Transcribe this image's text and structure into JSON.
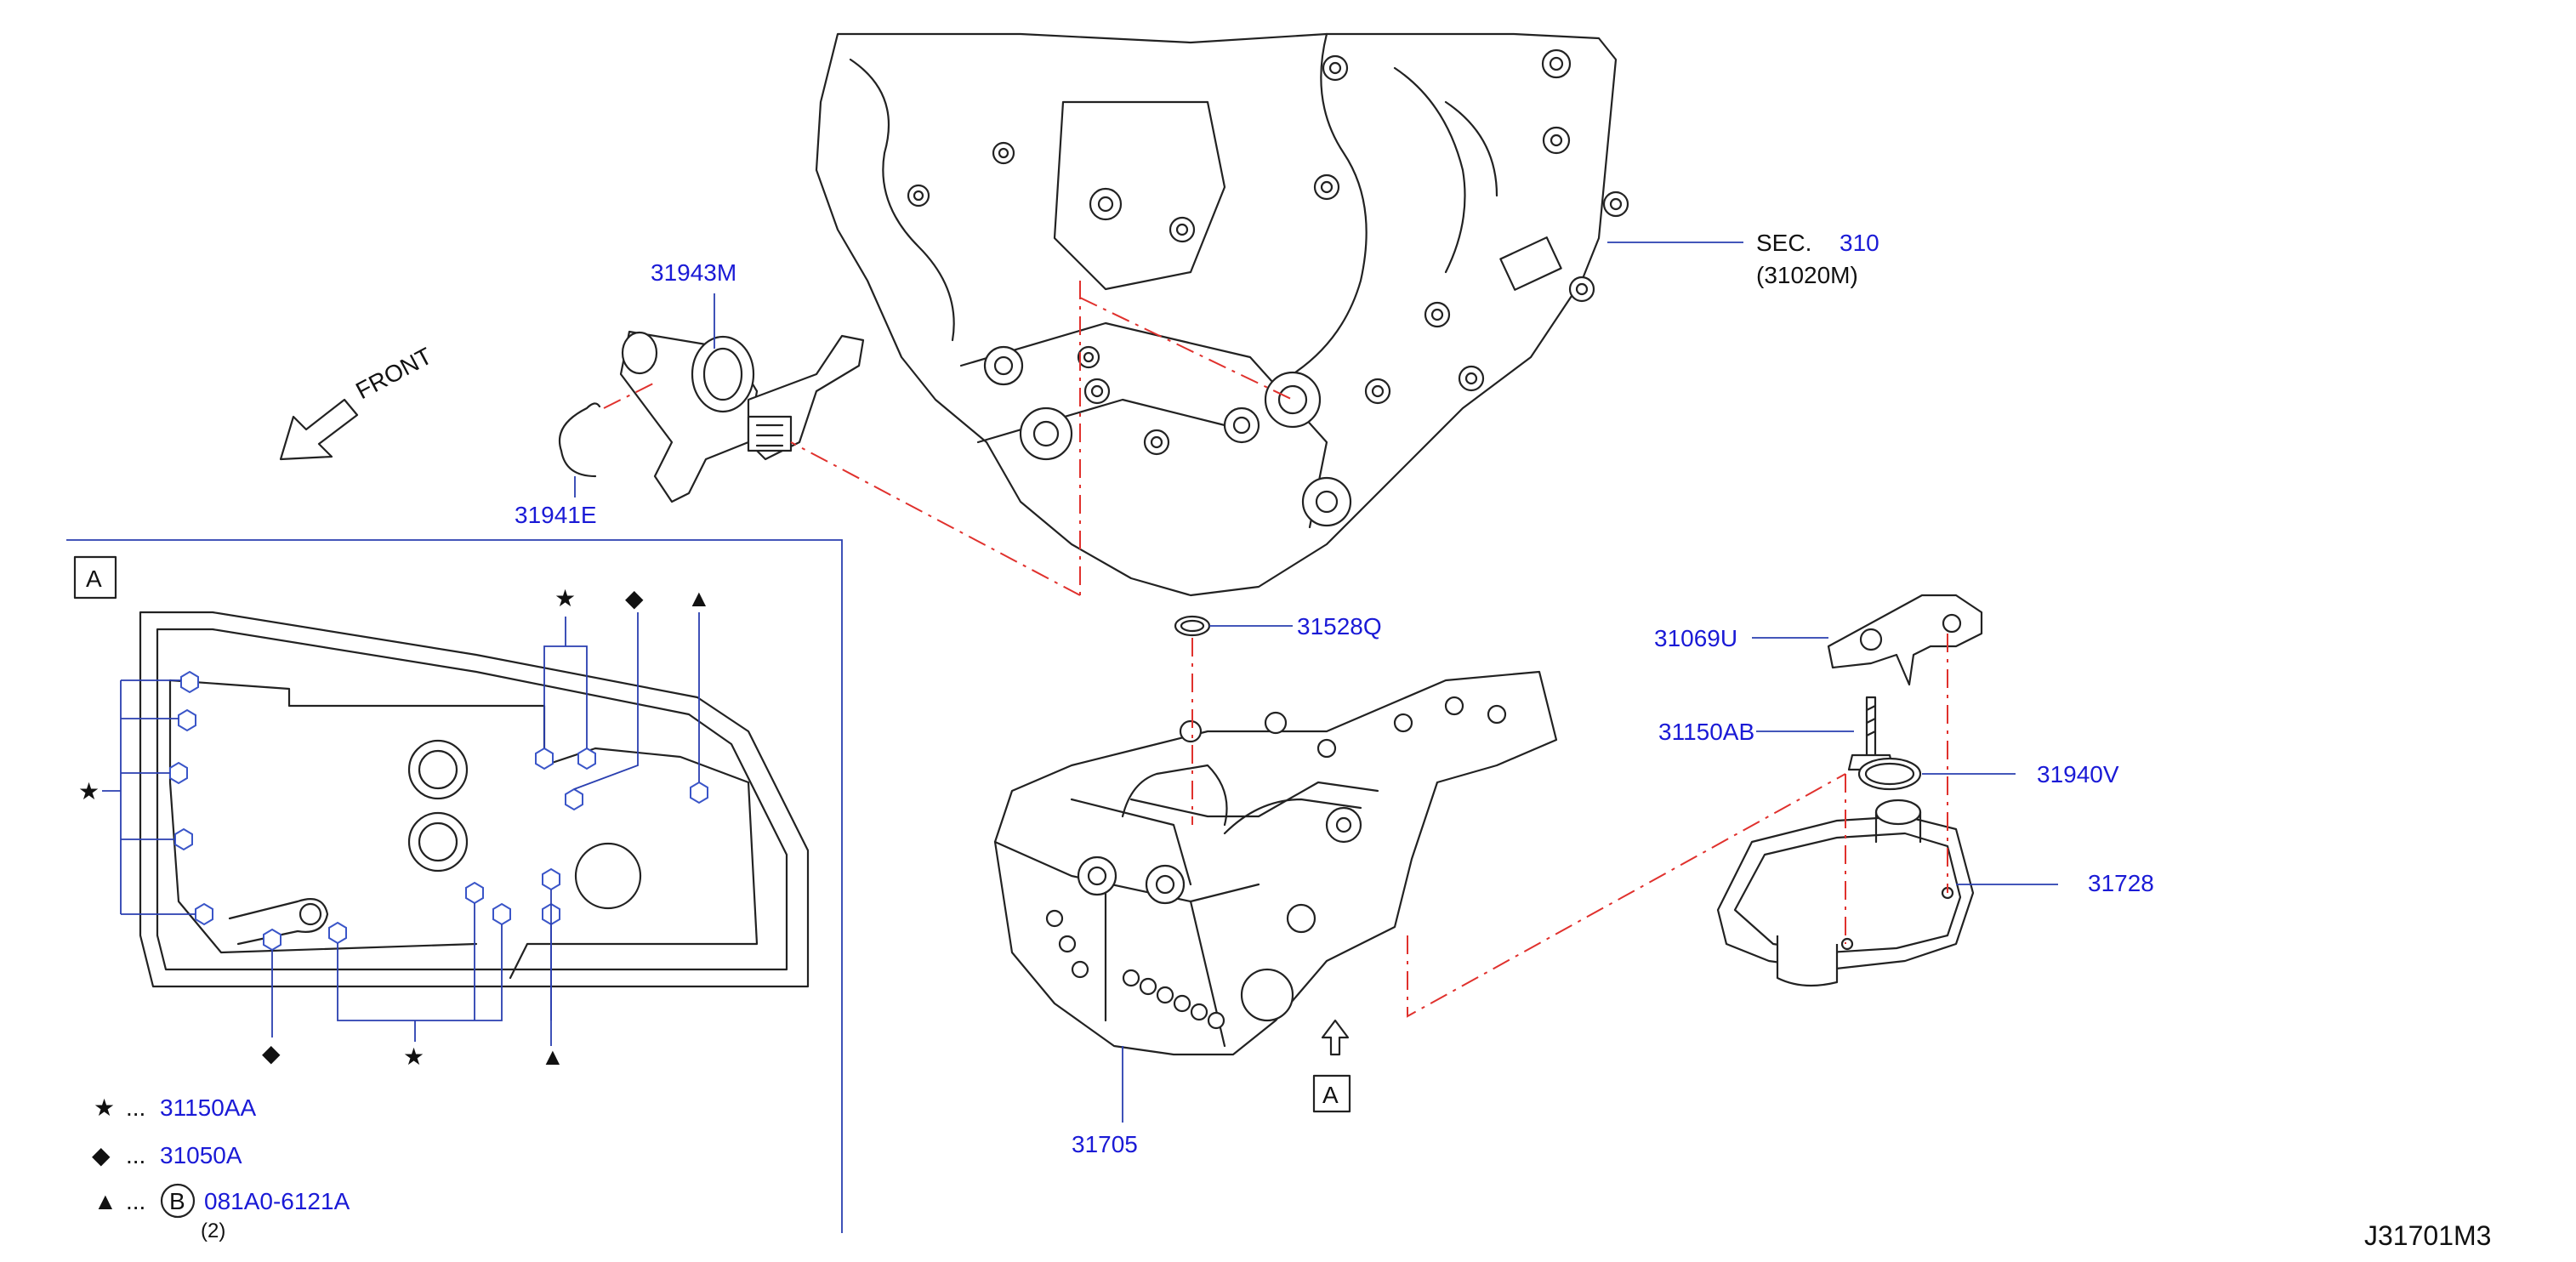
{
  "diagram_id": "J31701M3",
  "front_label": "FRONT",
  "view_box_label": "A",
  "section_ref": {
    "prefix": "SEC.",
    "number": "310",
    "sub": "(31020M)"
  },
  "parts": {
    "p31943M": "31943M",
    "p31941E": "31941E",
    "p31528Q": "31528Q",
    "p31069U": "31069U",
    "p31150AB": "31150AB",
    "p31940V": "31940V",
    "p31728": "31728",
    "p31705": "31705"
  },
  "legend": [
    {
      "symbol": "★",
      "dots": "...",
      "part": "31150AA",
      "circle": "",
      "qty": ""
    },
    {
      "symbol": "◆",
      "dots": "...",
      "part": "31050A",
      "circle": "",
      "qty": ""
    },
    {
      "symbol": "▲",
      "dots": "...",
      "part": "081A0-6121A",
      "circle": "B",
      "qty": "(2)"
    }
  ],
  "symbols": {
    "star": "★",
    "diamond": "◆",
    "triangle": "▲"
  },
  "colors": {
    "part_number": "#1a1ad6",
    "leader": "#2a3fb0",
    "phantom_line": "#e0312d",
    "ink": "#222222"
  }
}
